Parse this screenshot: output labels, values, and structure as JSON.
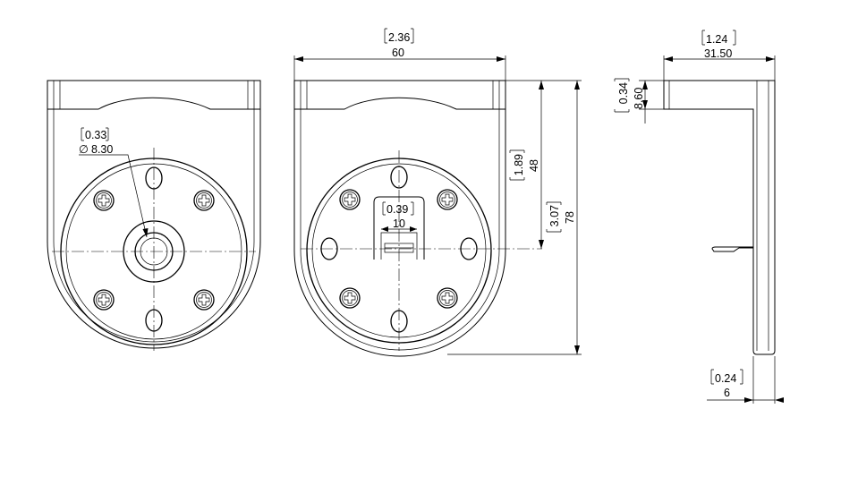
{
  "drawing": {
    "dim_width": {
      "inch": "2.36",
      "mm": "60"
    },
    "dim_hole_dia": {
      "inch": "0.33",
      "mm": "8.30",
      "symbol": "∅"
    },
    "dim_slot": {
      "inch": "0.39",
      "mm": "10"
    },
    "dim_center_height": {
      "inch": "1.89",
      "mm": "48"
    },
    "dim_total_height": {
      "inch": "3.07",
      "mm": "78"
    },
    "dim_depth": {
      "inch": "1.24",
      "mm": "31.50"
    },
    "dim_flange": {
      "inch": "0.34",
      "mm": "8.60"
    },
    "dim_plate": {
      "inch": "0.24",
      "mm": "6"
    }
  }
}
